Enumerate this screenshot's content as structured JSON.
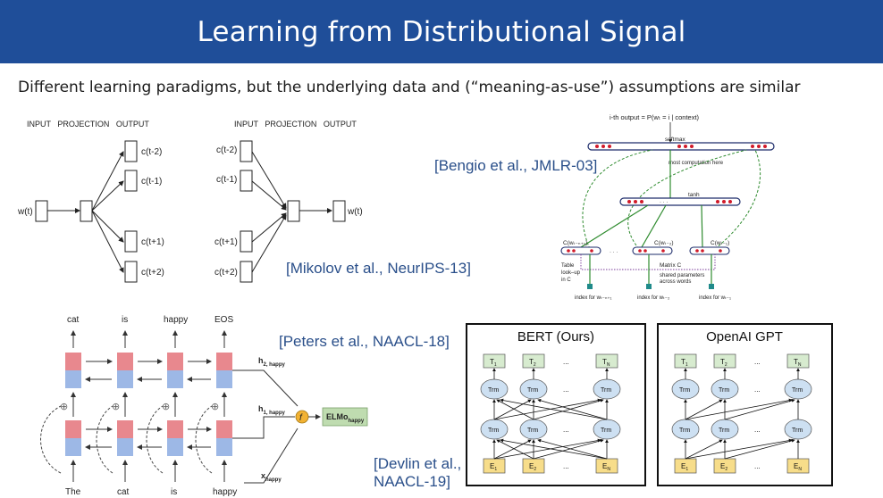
{
  "slide": {
    "title": "Learning from Distributional Signal",
    "subtitle": "Different learning paradigms, but the underlying data and (“meaning-as-use”) assumptions are similar"
  },
  "citations": {
    "mikolov": "[Mikolov et al., NeurIPS-13]",
    "bengio": "[Bengio et al., JMLR-03]",
    "peters": "[Peters et al., NAACL-18]",
    "devlin_line1": "[Devlin et al.,",
    "devlin_line2": "NAACL-19]"
  },
  "word2vec": {
    "header_left": "INPUT   PROJECTION   OUTPUT",
    "header_right": "INPUT   PROJECTION   OUTPUT",
    "input": "w(t)",
    "contexts": [
      "c(t-2)",
      "c(t-1)",
      "c(t+1)",
      "c(t+2)"
    ],
    "output": "w(t)"
  },
  "bengio_nplm": {
    "output_label": "i-th output = P(wₜ = i | context)",
    "softmax": "softmax",
    "most_computation": "most computation here",
    "tanh": "tanh",
    "c_labels": [
      "C(wₜ₋ₙ₊₁)",
      "C(wₜ₋₂)",
      "C(wₜ₋₁)"
    ],
    "table_lookup": [
      "Table",
      "look–up",
      "in C"
    ],
    "matrix": "Matrix C",
    "shared": [
      "shared parameters",
      "across words"
    ],
    "index_labels": [
      "index for wₜ₋ₙ₊₁",
      "index for wₜ₋₂",
      "index for wₜ₋₁"
    ],
    "ellipsis": "· · ·"
  },
  "elmo": {
    "top_words": [
      "cat",
      "is",
      "happy",
      "EOS"
    ],
    "bottom_words": [
      "The",
      "cat",
      "is",
      "happy"
    ],
    "h2": "h",
    "h2_sub": "2, happy",
    "h1": "h",
    "h1_sub": "1, happy",
    "x": "x",
    "x_sub": "happy",
    "f": "f",
    "elmo": "ELMo",
    "elmo_sub": "happy",
    "plus": "⊕"
  },
  "bert": {
    "title": "BERT (Ours)",
    "T": [
      "T",
      "T",
      "T"
    ],
    "T_sub": [
      "1",
      "2",
      "N"
    ],
    "trm": "Trm",
    "E": [
      "E",
      "E",
      "E"
    ],
    "E_sub": [
      "1",
      "2",
      "N"
    ],
    "dots": "...",
    "colors": {
      "trm": "#cde0f2",
      "T": "#d7ebcf",
      "E": "#f7dd8a"
    }
  },
  "gpt": {
    "title": "OpenAI GPT",
    "T": [
      "T",
      "T",
      "T"
    ],
    "T_sub": [
      "1",
      "2",
      "N"
    ],
    "trm": "Trm",
    "E": [
      "E",
      "E",
      "E"
    ],
    "E_sub": [
      "1",
      "2",
      "N"
    ],
    "dots": "..."
  }
}
